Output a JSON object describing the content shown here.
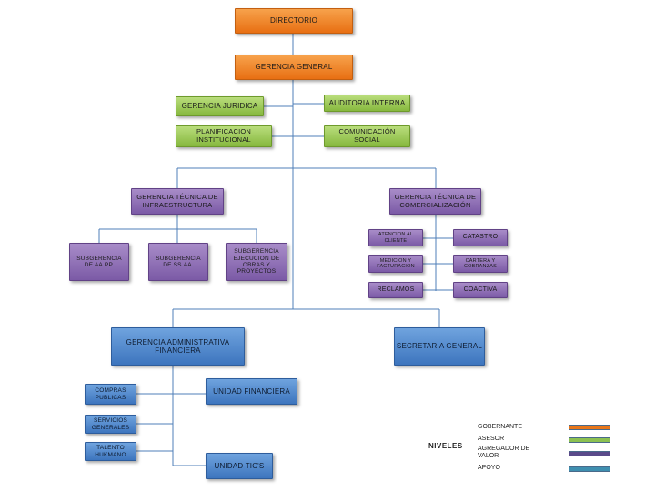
{
  "org": {
    "directorio": "DIRECTORIO",
    "gerencia_general": "GERENCIA GENERAL",
    "gerencia_juridica": "GERENCIA JURIDICA",
    "auditoria_interna": "AUDITORIA INTERNA",
    "planificacion": "PLANIFICACION\nINSTITUCIONAL",
    "comunicacion": "COMUNICACIÓN\nSOCIAL",
    "gt_infraestructura": "GERENCIA TÉCNICA DE\nINFRAESTRUCTURA",
    "gt_comercializacion": "GERENCIA TÉCNICA DE\nCOMERCIALIZACIÓN",
    "sub_aapp": "SUBGERENCIA\nDE AA.PP.",
    "sub_ssaa": "SUBGERENCIA\nDE SS.AA.",
    "sub_ejecucion": "SUBGERENCIA\nEJECUCION DE\nOBRAS Y\nPROYECTOS",
    "atencion_cliente": "ATENCION AL\nCLIENTE",
    "catastro": "CATASTRO",
    "medicion": "MEDICION Y\nFACTURACION",
    "cartera": "CARTERA Y\nCOBRANZAS",
    "reclamos": "RECLAMOS",
    "coactiva": "COACTIVA",
    "ga_financiera": "GERENCIA ADMINISTRATIVA\nFINANCIERA",
    "secretaria": "SECRETARIA GENERAL",
    "compras": "COMPRAS\nPUBLICAS",
    "servicios": "SERVICIOS\nGENERALES",
    "talento": "TALENTO\nHUKMANO",
    "unidad_financiera": "UNIDAD FINANCIERA",
    "unidad_tics": "UNIDAD TIC'S"
  },
  "legend": {
    "title": "NIVELES",
    "items": [
      {
        "label": "GOBERNANTE",
        "color": "#e8761a"
      },
      {
        "label": "ASESOR",
        "color": "#8cc152"
      },
      {
        "label": "AGREGADOR DE\nVALOR",
        "color": "#5a4a8a"
      },
      {
        "label": "APOYO",
        "color": "#3f8fb0"
      }
    ]
  }
}
